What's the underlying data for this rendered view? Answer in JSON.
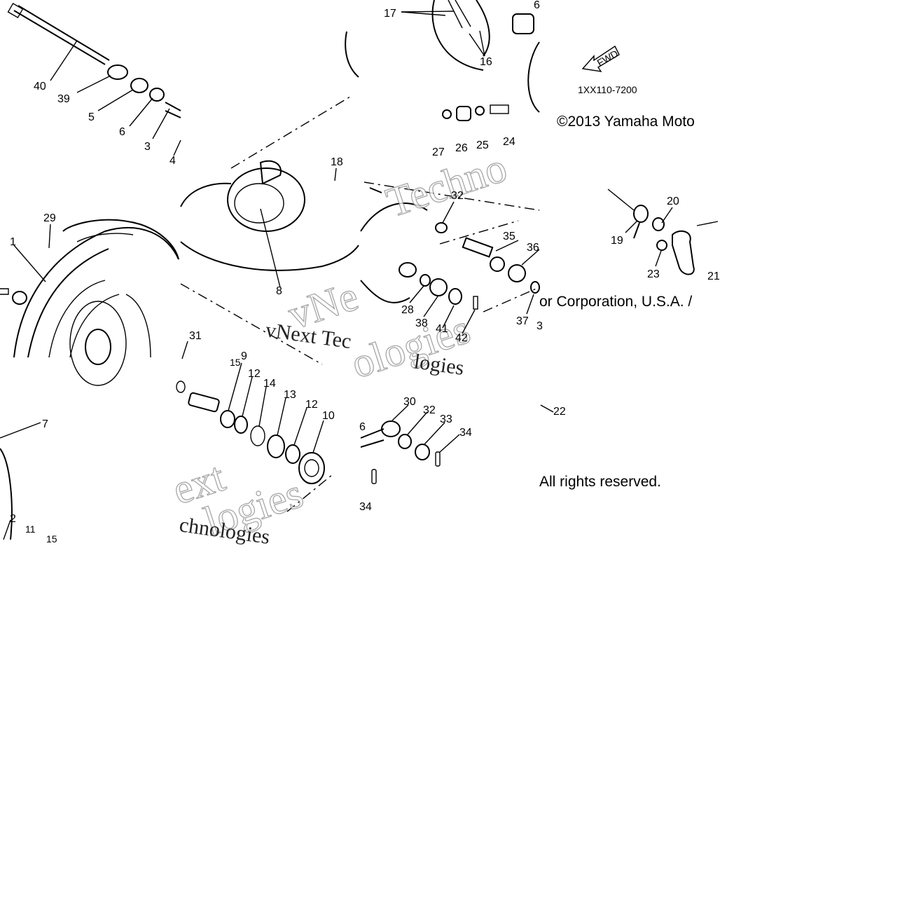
{
  "diagram": {
    "part_code": "1XX110-7200",
    "fwd_label": "FWD",
    "copyright_line1": "©2013 Yamaha Moto",
    "copyright_line2": "or Corporation, U.S.A. /",
    "copyright_line3": "All rights reserved.",
    "watermark_words": [
      "vNext Tec",
      "chnologies",
      "Techno",
      "ext",
      "logies"
    ],
    "callouts": [
      "40",
      "39",
      "5",
      "6",
      "3",
      "4",
      "17",
      "16",
      "6",
      "27",
      "26",
      "25",
      "24",
      "18",
      "8",
      "29",
      "1",
      "32",
      "35",
      "36",
      "28",
      "38",
      "41",
      "42",
      "37",
      "3",
      "20",
      "19",
      "23",
      "21",
      "31",
      "15",
      "9",
      "12",
      "14",
      "13",
      "12",
      "10",
      "7",
      "2",
      "11",
      "15",
      "30",
      "32",
      "33",
      "34",
      "34",
      "6",
      "22"
    ]
  },
  "colors": {
    "ink": "#000000",
    "paper": "#ffffff",
    "watermark": "#8a8a8a"
  }
}
